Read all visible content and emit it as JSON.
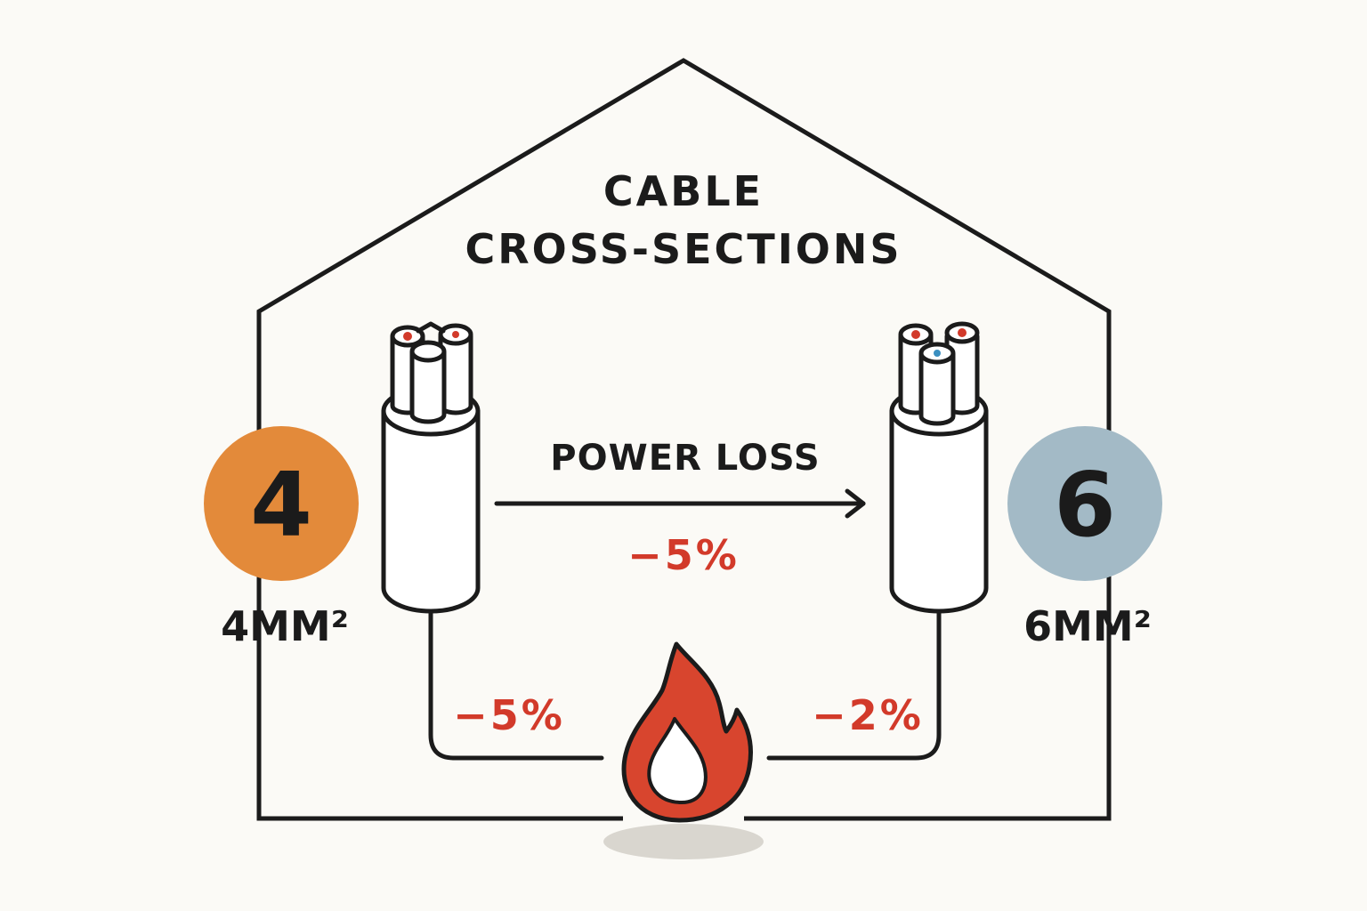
{
  "title": {
    "line1": "CABLE",
    "line2": "CROSS-SECTIONS"
  },
  "arrow_label": "POWER LOSS",
  "arrow_value": "−5%",
  "left_cable": {
    "badge_number": "4",
    "size_label": "4MM²",
    "badge_color": "#e38a3a",
    "loss": "−5%"
  },
  "right_cable": {
    "badge_number": "6",
    "size_label": "6MM²",
    "badge_color": "#a3bac6",
    "loss": "−2%"
  },
  "icons": {
    "house": "house-outline-icon",
    "cable": "cable-cross-section-icon",
    "fire": "fire-icon"
  },
  "colors": {
    "line": "#1b1b1b",
    "accent_red": "#d23a2a",
    "flame": "#d8452e",
    "background": "#fbfaf6"
  }
}
